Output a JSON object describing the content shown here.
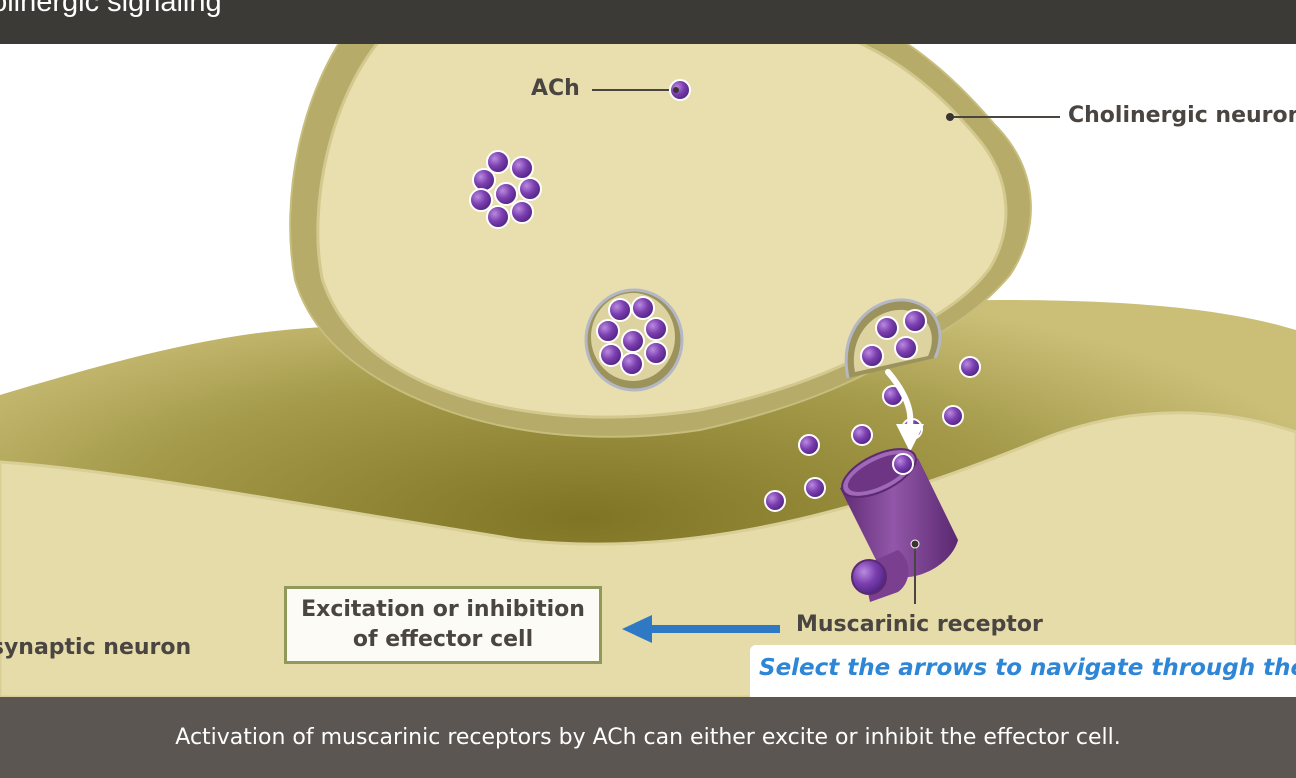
{
  "header": {
    "title": "Cholinergic signaling"
  },
  "labels": {
    "ach": "ACh",
    "cholinergic_neuron": "Cholinergic neuron",
    "postsynaptic_neuron": "Postsynaptic neuron",
    "muscarinic_receptor": "Muscarinic receptor",
    "effect_line1": "Excitation or inhibition",
    "effect_line2": "of effector cell"
  },
  "hint": {
    "text": "Select the arrows to navigate through the slides."
  },
  "caption": {
    "text": "Activation of muscarinic receptors by ACh can either excite or inhibit the effector cell."
  },
  "colors": {
    "header_bg": "#3c3a36",
    "caption_bg": "#5b5652",
    "neuron_fill": "#e9dfae",
    "neuron_border": "#b9ae6e",
    "ach_purple": "#7b3fae",
    "receptor_purple": "#7a3f8f",
    "arrow_blue": "#2f78c4",
    "hint_blue": "#2e86d6",
    "box_border": "#8f9a5a"
  }
}
